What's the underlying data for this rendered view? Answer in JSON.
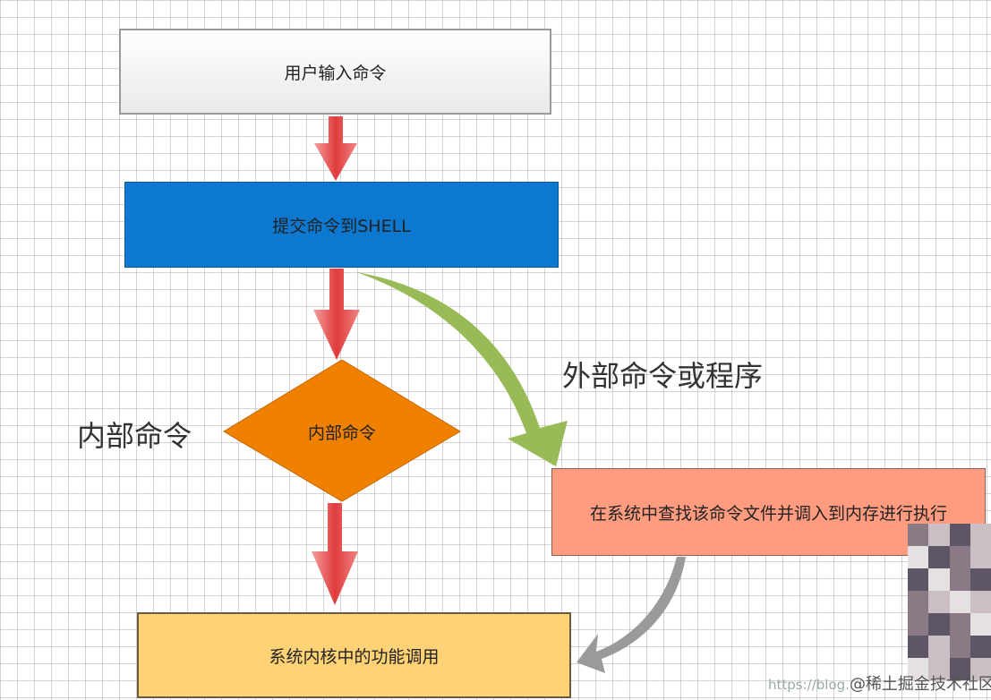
{
  "nodes": {
    "user_input": "用户输入命令",
    "submit_shell": "提交命令到SHELL",
    "internal_diamond": "内部命令",
    "search_file": "在系统中查找该命令文件并调入到内存进行执行",
    "kernel_call": "系统内核中的功能调用"
  },
  "labels": {
    "internal": "内部命令",
    "external": "外部命令或程序"
  },
  "watermark": {
    "url": "https://blog.",
    "text": "@稀土掘金技术社区"
  },
  "colors": {
    "submit_box": "#0c78d0",
    "diamond": "#ef8000",
    "search_box": "#ff9c80",
    "kernel_box": "#ffd276",
    "red_arrow": "#e04848",
    "green_arrow": "#98bb58",
    "gray_arrow": "#9a9a9a"
  }
}
